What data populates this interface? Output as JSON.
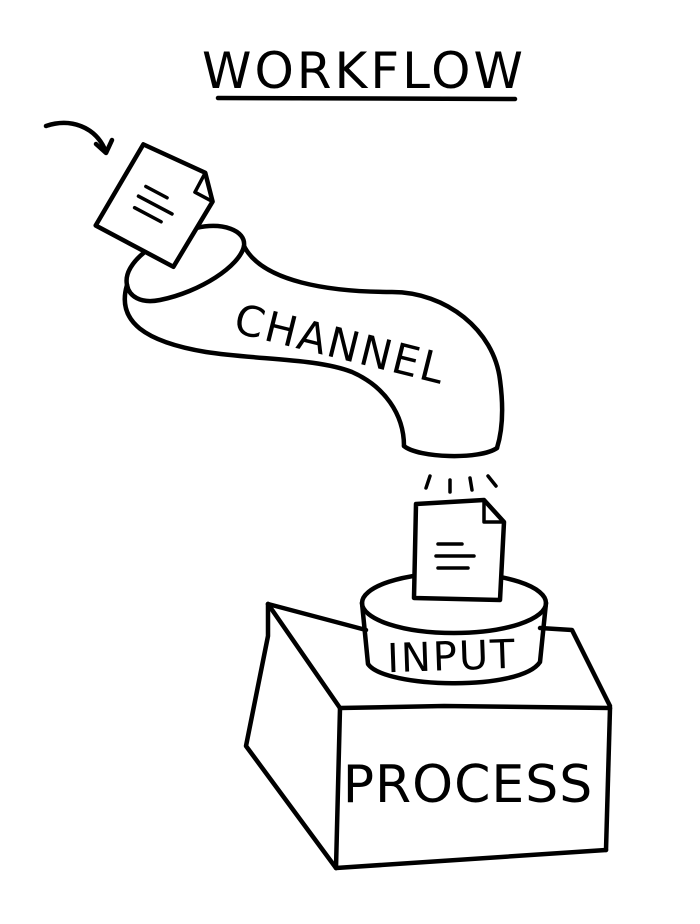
{
  "diagram": {
    "title": "WORKFLOW",
    "channel_label": "CHANNEL",
    "input_label": "INPUT",
    "process_label": "PROCESS"
  },
  "icons": {
    "incoming_arrow": "curved-arrow",
    "document": "paper-document"
  },
  "colors": {
    "ink": "#000000",
    "background": "#ffffff"
  }
}
